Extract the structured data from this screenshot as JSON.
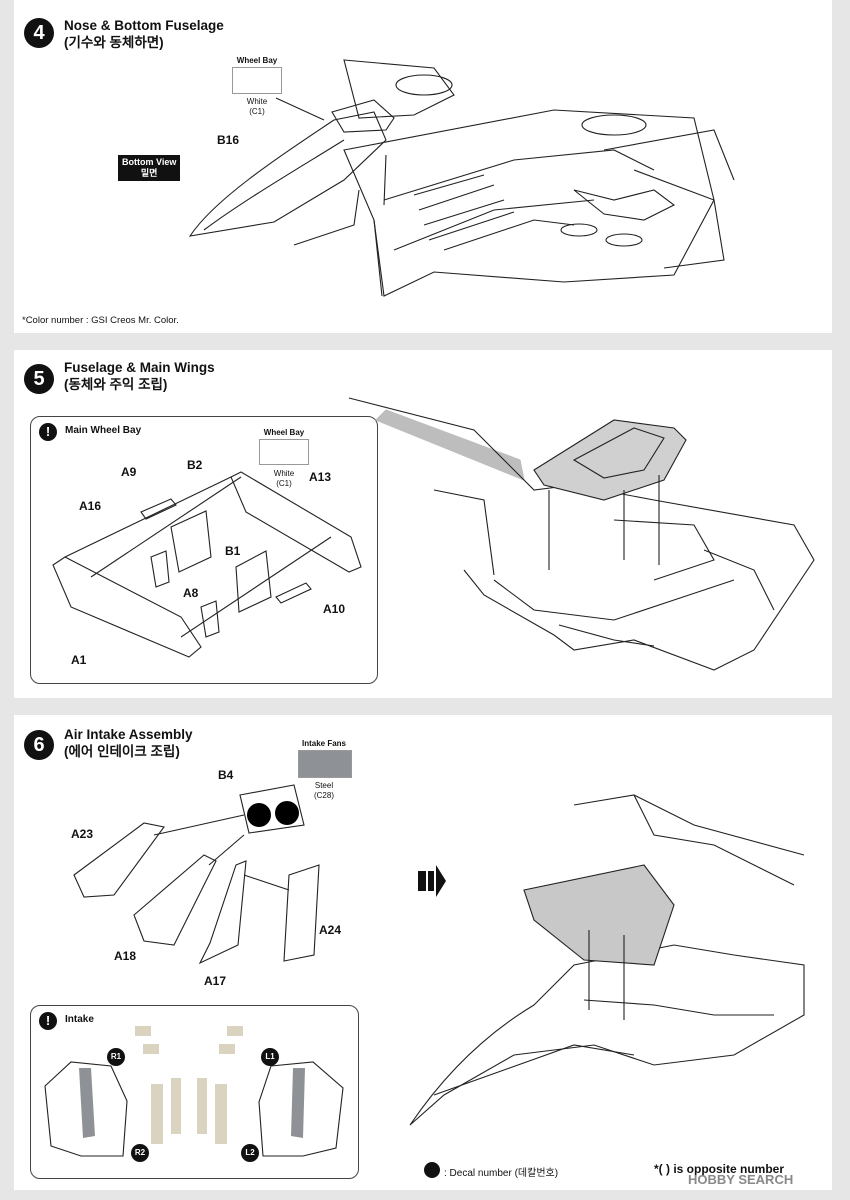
{
  "step4": {
    "number": "4",
    "title": "Nose & Bottom Fuselage",
    "subtitle": "(기수와 동체하면)",
    "paint_label": "Wheel Bay",
    "paint_color": "White",
    "paint_code": "(C1)",
    "part": "B16",
    "bottom_view": "Bottom View",
    "bottom_view_kr": "밑면",
    "color_note": "*Color number : GSI Creos Mr. Color."
  },
  "step5": {
    "number": "5",
    "title": "Fuselage & Main Wings",
    "subtitle": "(동체와 주익 조립)",
    "inset_title": "Main Wheel Bay",
    "paint_label": "Wheel Bay",
    "paint_color": "White",
    "paint_code": "(C1)",
    "parts": [
      "A9",
      "B2",
      "A13",
      "A16",
      "B1",
      "A8",
      "A10",
      "A1"
    ]
  },
  "step6": {
    "number": "6",
    "title": "Air Intake Assembly",
    "subtitle": "(에어 인테이크 조립)",
    "paint_label": "Intake Fans",
    "paint_color": "Steel",
    "paint_code": "(C28)",
    "parts": [
      "B4",
      "A23",
      "A18",
      "A17",
      "A24"
    ],
    "inset_title": "Intake",
    "decals": [
      "R1",
      "R2",
      "L1",
      "L2"
    ],
    "decal_note": ": Decal number (데칼번호)",
    "opposite_note": "*(  ) is opposite number",
    "swatch_color": "#8e9196"
  },
  "watermark": "HOBBY SEARCH"
}
